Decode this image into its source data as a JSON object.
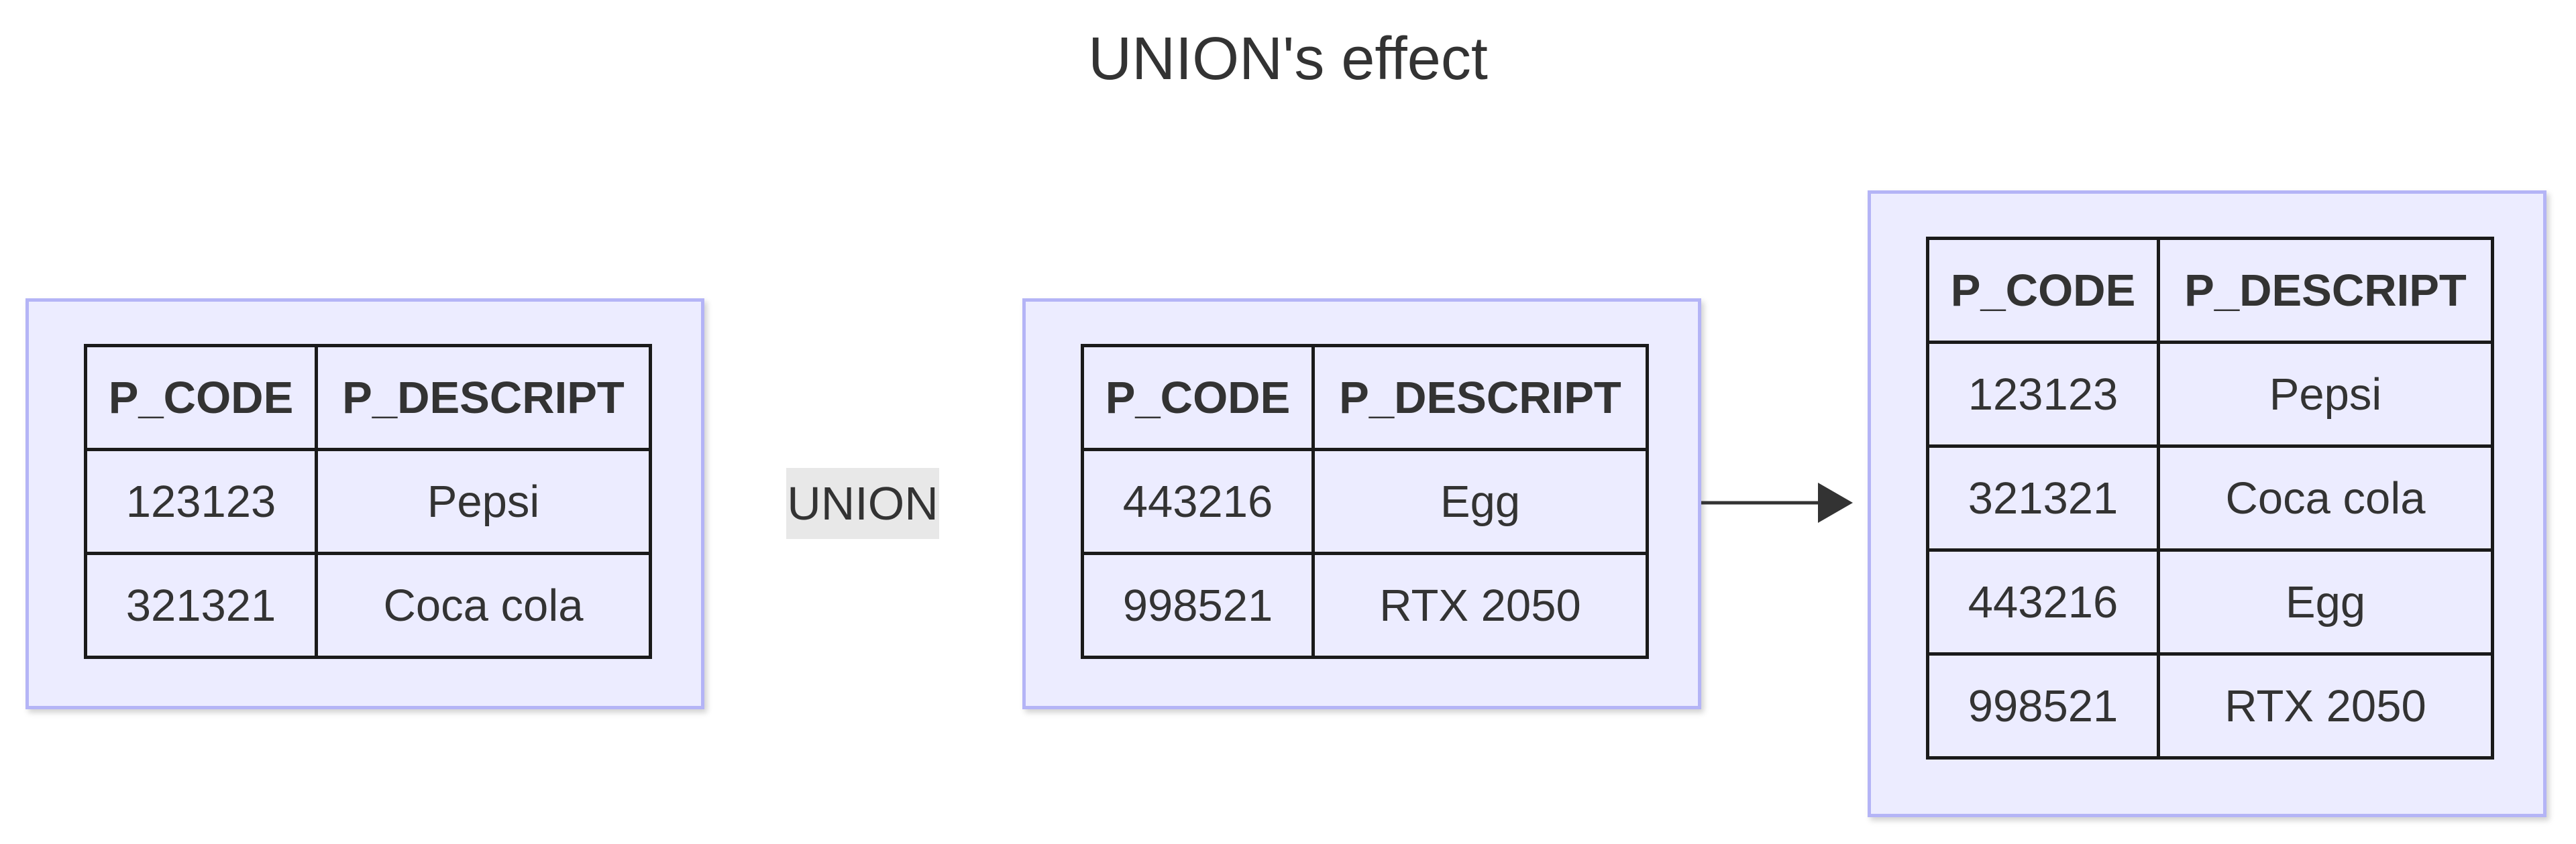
{
  "title": "UNION's effect",
  "operation_label": "UNION",
  "tables": {
    "left": {
      "headers": [
        "P_CODE",
        "P_DESCRIPT"
      ],
      "rows": [
        [
          "123123",
          "Pepsi"
        ],
        [
          "321321",
          "Coca cola"
        ]
      ]
    },
    "middle": {
      "headers": [
        "P_CODE",
        "P_DESCRIPT"
      ],
      "rows": [
        [
          "443216",
          "Egg"
        ],
        [
          "998521",
          "RTX 2050"
        ]
      ]
    },
    "result": {
      "headers": [
        "P_CODE",
        "P_DESCRIPT"
      ],
      "rows": [
        [
          "123123",
          "Pepsi"
        ],
        [
          "321321",
          "Coca cola"
        ],
        [
          "443216",
          "Egg"
        ],
        [
          "998521",
          "RTX 2050"
        ]
      ]
    }
  },
  "colors": {
    "node_fill": "#ececff",
    "node_border": "#b4b4f6",
    "text": "#333333",
    "label_bg": "#e8e8e8",
    "arrow": "#333333"
  }
}
